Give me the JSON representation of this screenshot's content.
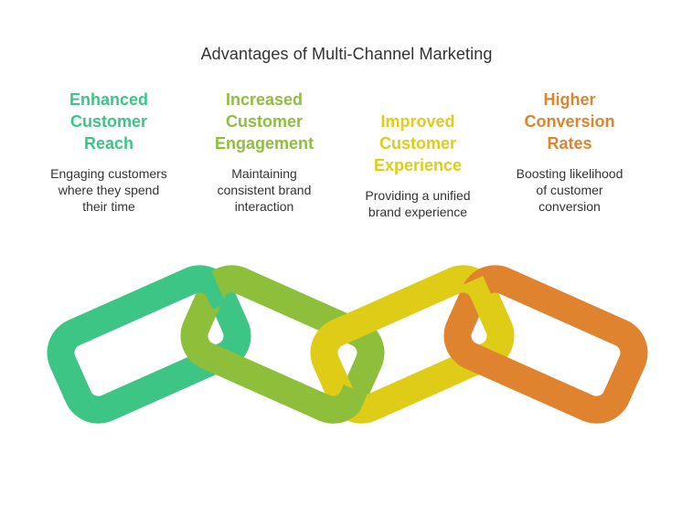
{
  "title": "Advantages of Multi-Channel Marketing",
  "colors": {
    "green": "#3dc585",
    "lime": "#8ebf3a",
    "yellow": "#dfcc16",
    "orange": "#e0832f"
  },
  "advantages": [
    {
      "heading": [
        "Enhanced",
        "Customer",
        "Reach"
      ],
      "description": [
        "Engaging customers",
        "where they spend",
        "their time"
      ],
      "color": "#3dc585"
    },
    {
      "heading": [
        "Increased",
        "Customer",
        "Engagement"
      ],
      "description": [
        "Maintaining",
        "consistent brand",
        "interaction"
      ],
      "color": "#8ebf3a"
    },
    {
      "heading": [
        "Improved",
        "Customer",
        "Experience"
      ],
      "description": [
        "Providing a unified",
        "brand experience"
      ],
      "color": "#dfcc16"
    },
    {
      "heading": [
        "Higher",
        "Conversion",
        "Rates"
      ],
      "description": [
        "Boosting likelihood",
        "of customer",
        "conversion"
      ],
      "color": "#e0832f"
    }
  ]
}
